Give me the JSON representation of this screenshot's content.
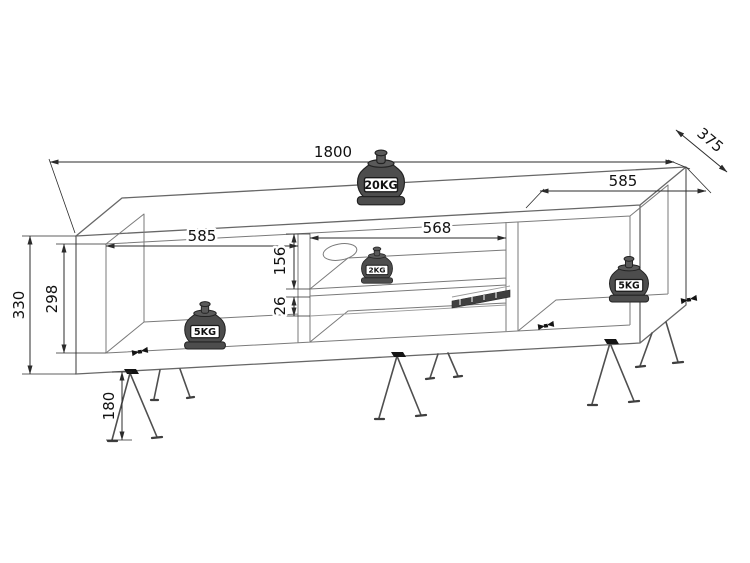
{
  "dimensions": {
    "total_width": "1800",
    "depth": "375",
    "total_height": "330",
    "interior_height": "298",
    "left_section_width": "585",
    "middle_section_width": "568",
    "right_section_width": "585",
    "niche_height": "156",
    "bottom_gap": "26",
    "leg_height": "180"
  },
  "load_capacities": {
    "top": "20KG",
    "shelf": "2KG",
    "left": "5KG",
    "right": "5KG"
  },
  "colors": {
    "background": "#ffffff",
    "carcass_line": "#676767",
    "dimension_line": "#2b2b2b",
    "text": "#111111",
    "weight_body": "#4d4d4d",
    "weight_label_bg": "#ffffff"
  }
}
